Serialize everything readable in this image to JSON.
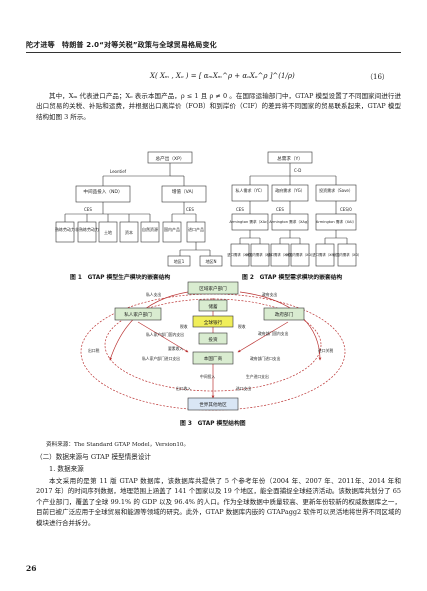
{
  "header": {
    "running_title": "陀才进等　特朗普 2.0“对等关税”政策与全球贸易格局变化"
  },
  "equation": {
    "body": "X( Xₘ , Xₒ ) = [ αₘXₘ^ρ + αₒXₒ^ρ ]^(1/ρ)",
    "number": "（16）"
  },
  "para1": "其中，Xₘ 代表进口产品；Xₒ 表示本国产品，ρ ≤ 1 且 ρ ≠ 0 。在国际运输部门中，GTAP 模型设置了不同国家间进行进出口贸易的关税、补贴和运费，并根据出口离岸价（FOB）和到岸价（CIF）的差异将不同国家的贸易联系起来，GTAP 模型结构如图 3 所示。",
  "fig1": {
    "caption": "图 1　GTAP 模型生产模块的嵌套结构",
    "top": "总产出（XP）",
    "leontief": "Leontief",
    "mid_left": "中间品投入（ND）",
    "mid_right": "增值（VA）",
    "ces_left": "CES",
    "ces_right": "CES",
    "leaves_left": [
      "熟练劳动力",
      "非熟练劳动力",
      "土地",
      "资本",
      "自然资源"
    ],
    "leaves_right": [
      "国内产品",
      "进口产品"
    ],
    "regions": [
      "地区1",
      "地区N"
    ]
  },
  "fig2": {
    "caption": "图 2　GTAP 模型需求模块的嵌套结构",
    "top": "总需求（Y）",
    "cd": "C-D",
    "mid": [
      "私人需求（YC）",
      "政府需求（YG）",
      "投资需求（Save）"
    ],
    "ces": [
      "CES",
      "CES",
      "CES/0"
    ],
    "arm": [
      "Armington 需求（XAc）",
      "Armington 需求（XAg）",
      "Armington 需求（XAi）"
    ],
    "leaves": [
      "进口需求（XM）",
      "对国内需求（XD）",
      "进口需求（XM）",
      "对国内需求（XD）",
      "进口需求（XM）",
      "对国内需求（XD）"
    ]
  },
  "fig3": {
    "caption": "图 3　GTAP 模型结构图",
    "boxes": {
      "household": "区域家户部门",
      "private": "私人家户部门",
      "savings": "储蓄",
      "bank": "全球银行",
      "invest": "投资",
      "producer": "本国厂商",
      "govt": "政府部门",
      "row": "世界其他地区"
    },
    "labels": {
      "private_expenditure": "私人支出",
      "govt_expenditure": "政府支出",
      "tax1": "税收",
      "tax2": "税收",
      "govt_domestic": "政府部门国内支出",
      "pvt_domestic": "私人家户部门国内支出",
      "export_tax": "出口税",
      "import_tax": "进口关税",
      "pvt_import": "私人家户部门进口支出",
      "govt_import": "政府部门进口支出",
      "intermediate": "中间投入",
      "prod_import": "生产进口支出",
      "import_payment": "进口支出",
      "export_revenue": "出口收入",
      "factor_income": "要素收入"
    }
  },
  "source": "资料来源：The Standard GTAP Model，Version10。",
  "section_title": "（二）数据来源与 GTAP 模型情景设计",
  "subsection_title": "1. 数据来源",
  "para2": "本文采用的是第 11 版 GTAP 数据库，该数据库共提供了 5 个参考年份（2004 年、2007 年、2011年、2014 年和 2017 年）的时间序列数据，地理范围上涵盖了 141 个国家以及 19 个地区，能全面捕捉全球经济活动。该数据库共划分了 65 个产业部门，覆盖了全球 99.1% 的 GDP 以及 96.4% 的人口。作为全球数据中质量较高、更新年份较新的权威数据库之一，目前已被广泛应用于全球贸易和能源等领域的研究。此外，GTAP 数据库内嵌的 GTAPagg2 软件可以灵活地将世界不同区域的模块进行合并拆分。",
  "page_number": "26"
}
